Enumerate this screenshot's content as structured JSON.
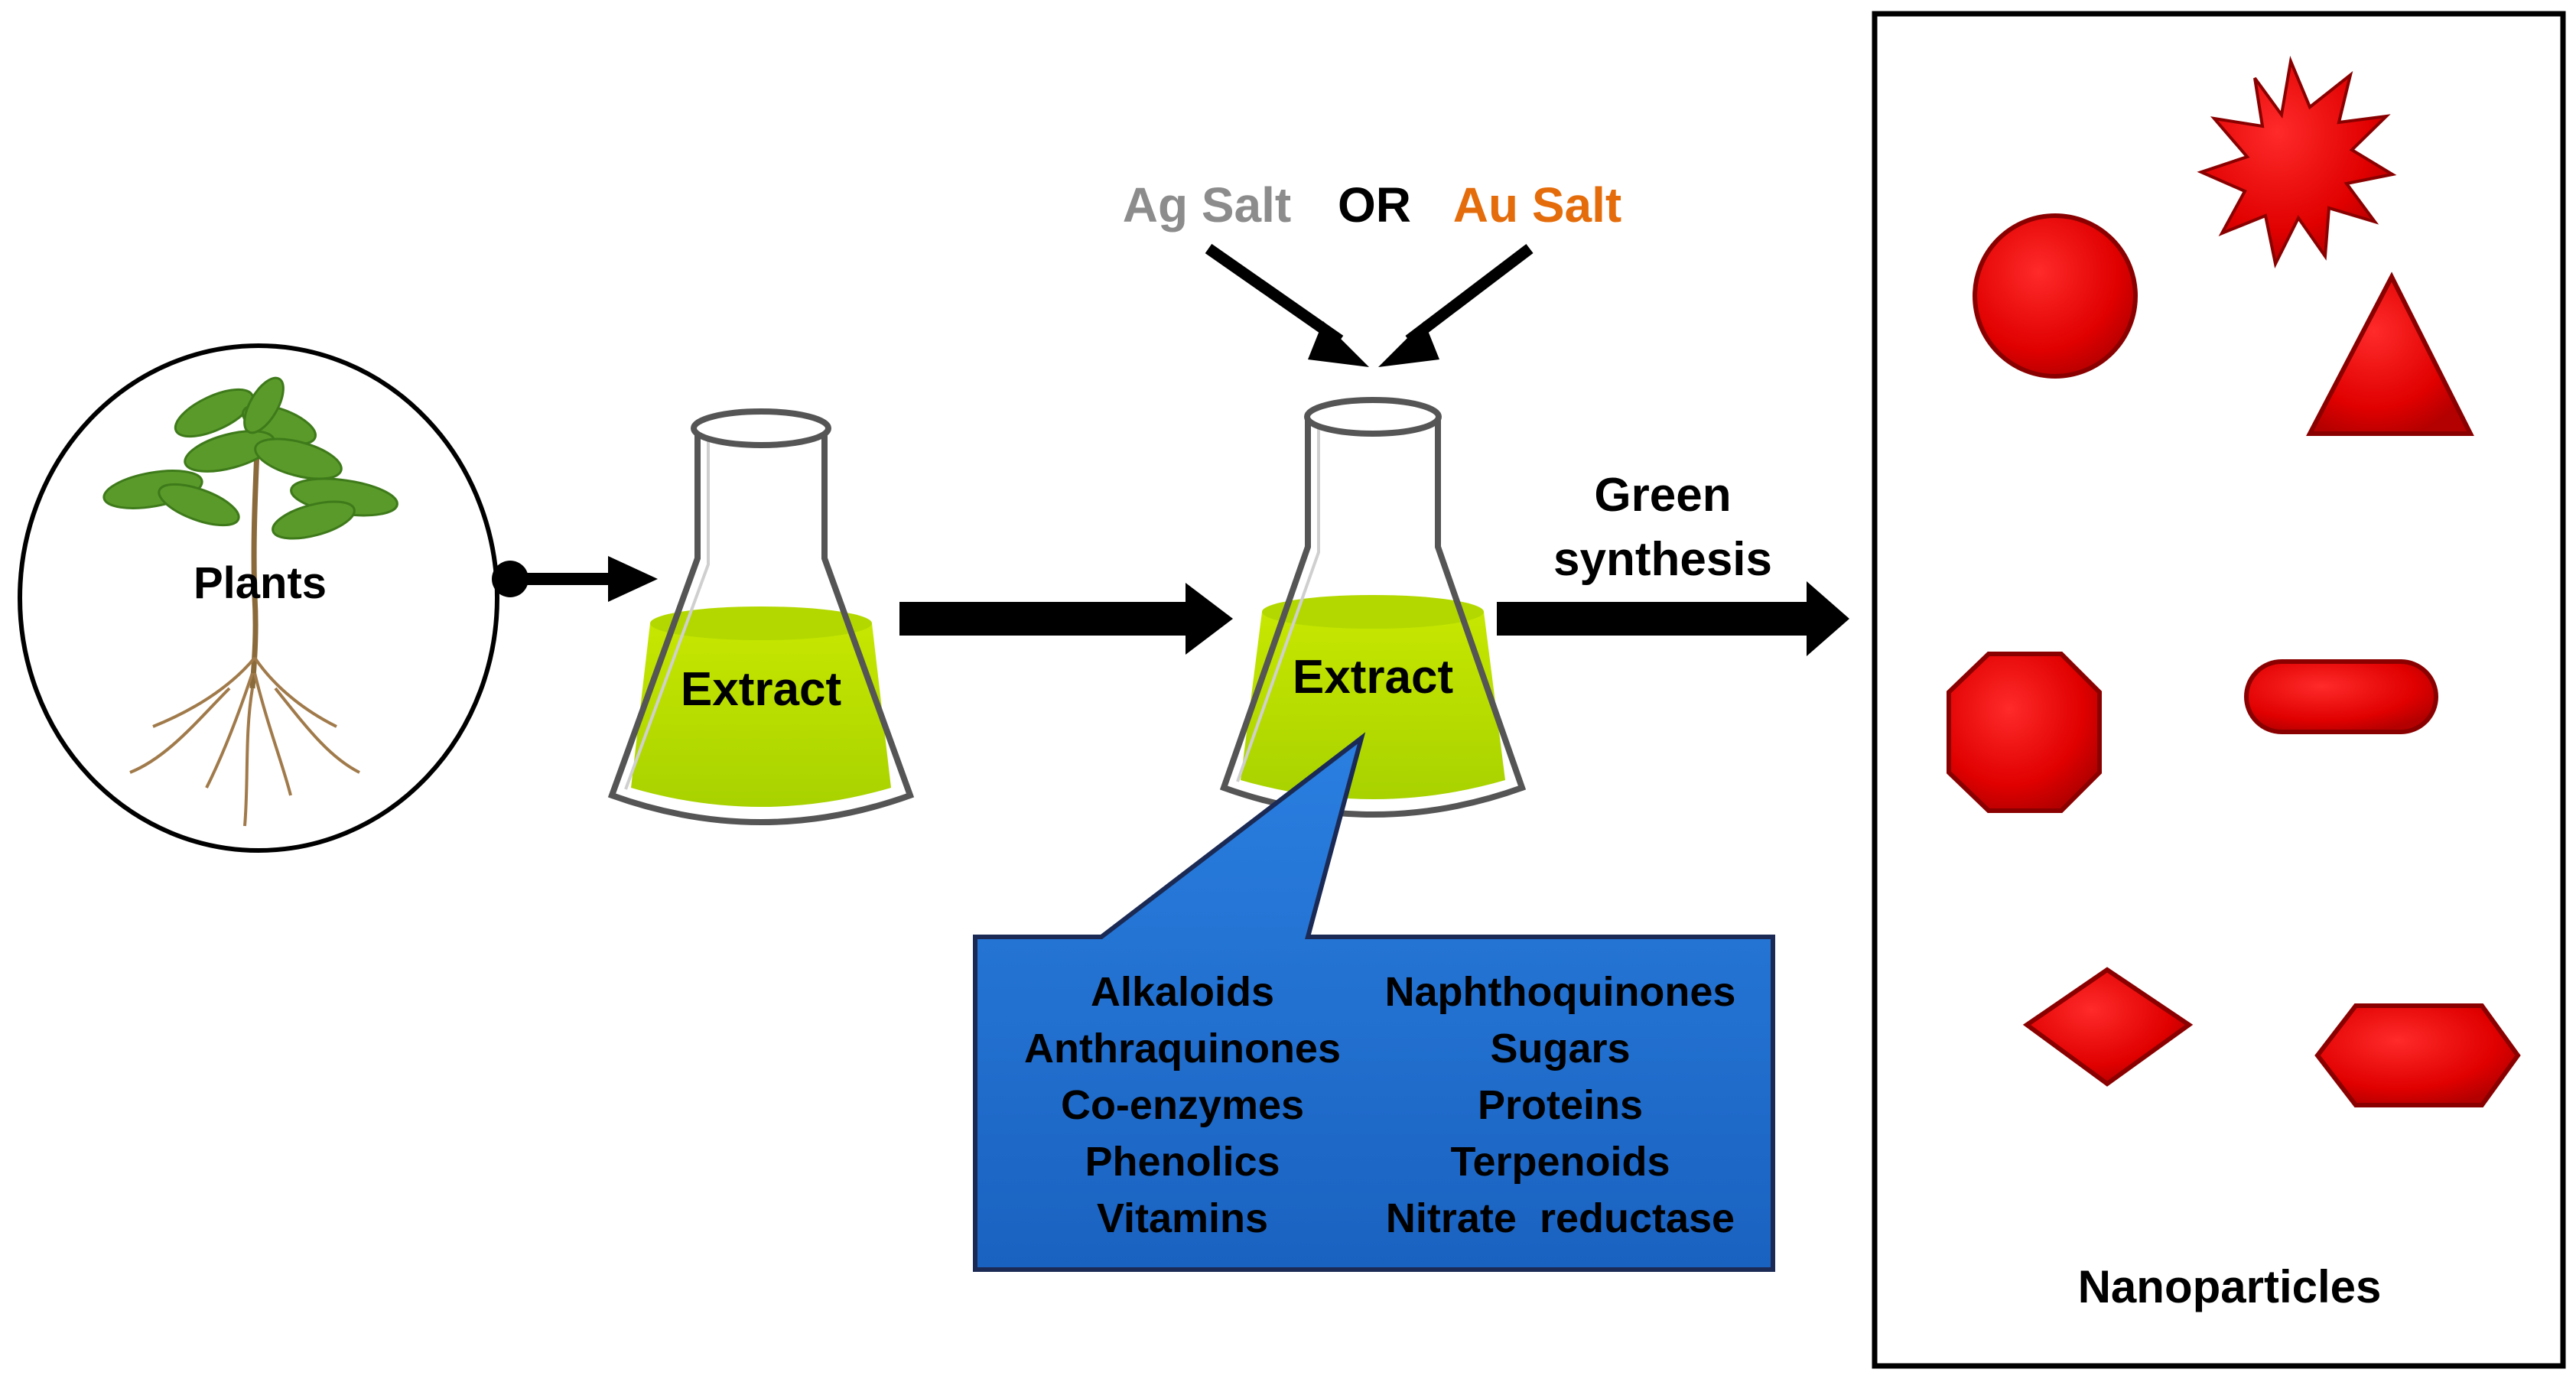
{
  "source": {
    "label": "Plants"
  },
  "flask_1": {
    "label": "Extract"
  },
  "flask_2": {
    "label": "Extract"
  },
  "reagents": {
    "ag_salt": "Ag Salt",
    "or_word": "OR",
    "au_salt": "Au Salt"
  },
  "process": {
    "line1": "Green",
    "line2": "synthesis"
  },
  "compounds": {
    "left_column": [
      "Alkaloids",
      "Anthraquinones",
      "Co-enzymes",
      "Phenolics",
      "Vitamins"
    ],
    "right_column": [
      "Naphthoquinones",
      "Sugars",
      "Proteins",
      "Terpenoids",
      "Nitrate  reductase"
    ]
  },
  "product": {
    "label": "Nanoparticles",
    "shapes": [
      "star",
      "sphere",
      "triangle",
      "octagon",
      "rod",
      "rhombus",
      "hexagon"
    ]
  },
  "colors": {
    "ag_salt": "#8c8c8c",
    "au_salt": "#e46c0a",
    "extract_liquid": "#b5dd00",
    "callout_fill": "#1f6fd0",
    "nanoparticle_fill": "#e00000",
    "nanoparticle_edge": "#8a0000",
    "arrow": "#000000"
  }
}
